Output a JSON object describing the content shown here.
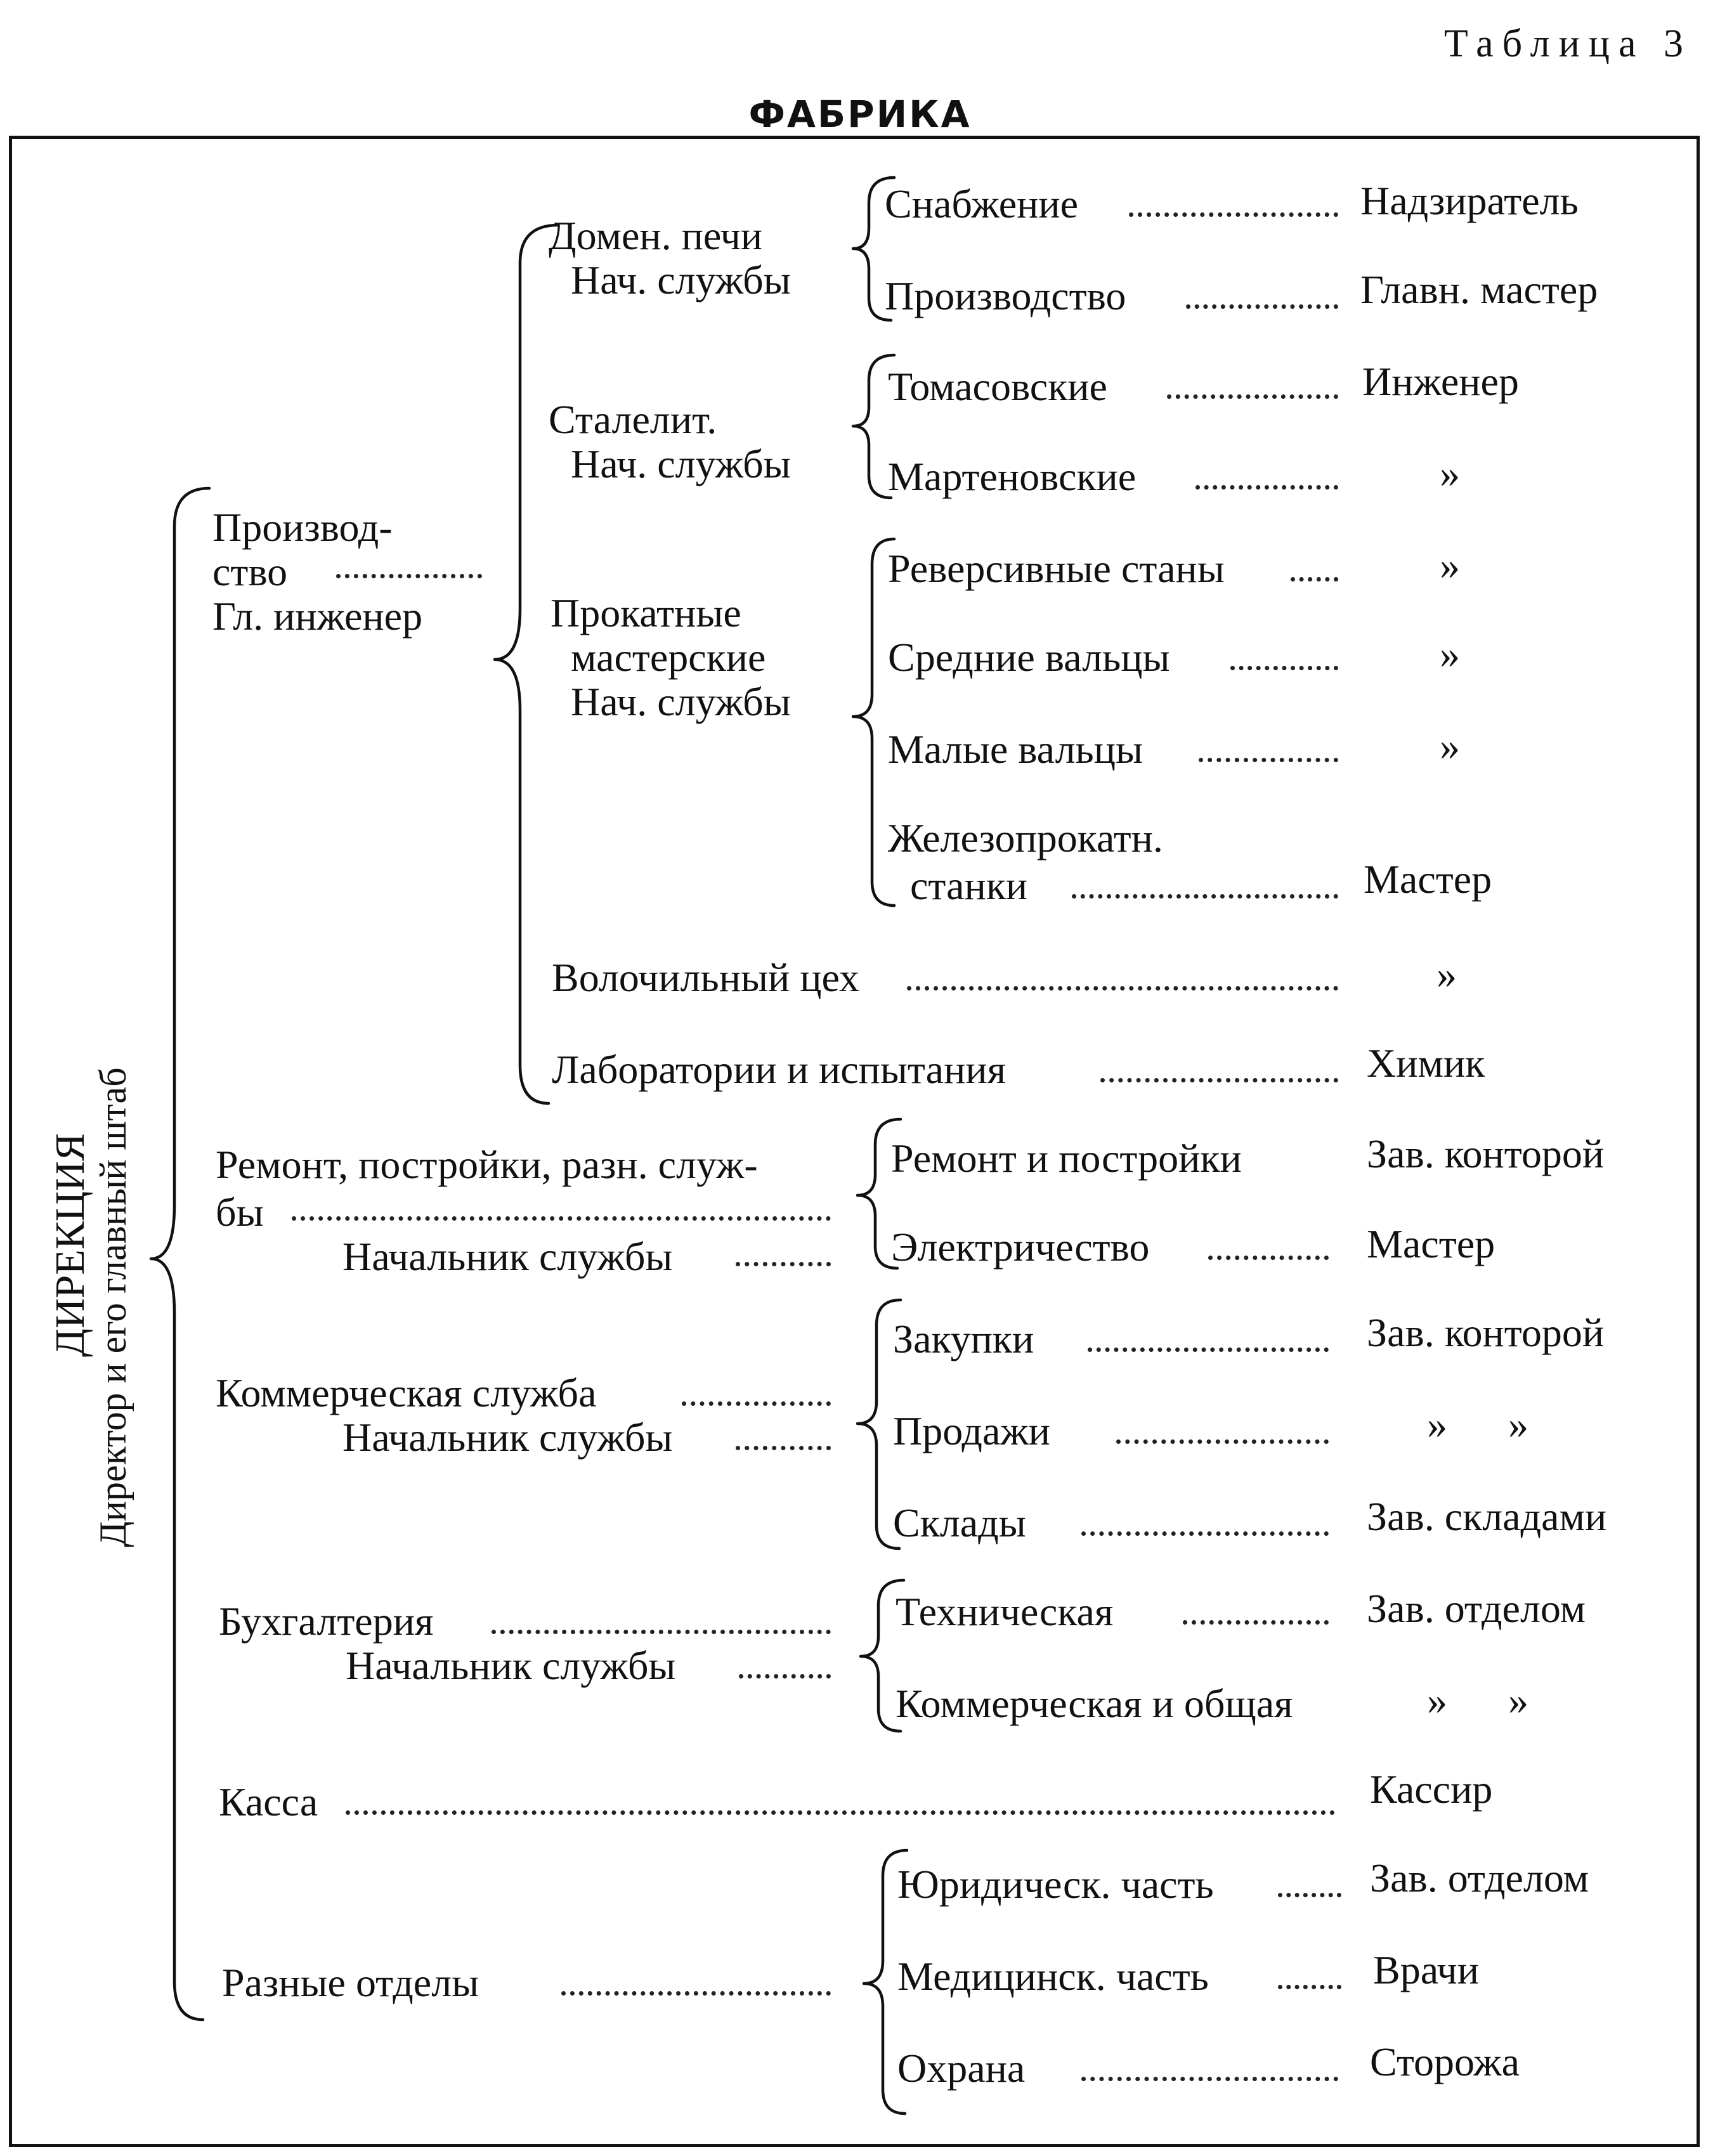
{
  "header": {
    "table_label": "Таблица 3",
    "title": "ФАБРИКА"
  },
  "directorate": {
    "title": "ДИРЕКЦИЯ",
    "subtitle": "Директор и его главный штаб"
  },
  "production": {
    "line1": "Производ-",
    "line2": "ство",
    "head": "Гл. инженер",
    "blast_furnaces": {
      "name": "Домен. печи",
      "head": "Нач. службы",
      "items": [
        {
          "name": "Снабжение",
          "role": "Надзиратель"
        },
        {
          "name": "Производство",
          "role": "Главн. мастер"
        }
      ]
    },
    "steel_casting": {
      "name": "Сталелит.",
      "head": "Нач. службы",
      "items": [
        {
          "name": "Томасовские",
          "role": "Инженер"
        },
        {
          "name": "Мартеновские",
          "role": "»"
        }
      ]
    },
    "rolling": {
      "line1": "Прокатные",
      "line2": "мастерские",
      "head": "Нач. службы",
      "items": [
        {
          "name": "Реверсивные станы",
          "role": "»"
        },
        {
          "name": "Средние вальцы",
          "role": "»"
        },
        {
          "name": "Малые вальцы",
          "role": "»"
        },
        {
          "name_line1": "Железопрокатн.",
          "name_line2": "станки",
          "role": "Мастер"
        }
      ]
    },
    "wire_drawing": {
      "name": "Волочильный цех",
      "role": "»"
    },
    "labs": {
      "name": "Лаборатории и испытания",
      "role": "Химик"
    }
  },
  "repair": {
    "line1": "Ремонт, постройки, разн. служ-",
    "line2": "бы",
    "head": "Начальник службы",
    "items": [
      {
        "name": "Ремонт и постройки",
        "role": "Зав. конторой"
      },
      {
        "name": "Электричество",
        "role": "Мастер"
      }
    ]
  },
  "commerce": {
    "name": "Коммерческая служба",
    "head": "Начальник службы",
    "items": [
      {
        "name": "Закупки",
        "role": "Зав. конторой"
      },
      {
        "name": "Продажи",
        "role": "»      »"
      },
      {
        "name": "Склады",
        "role": "Зав. складами"
      }
    ]
  },
  "accounting": {
    "name": "Бухгалтерия",
    "head": "Начальник службы",
    "items": [
      {
        "name": "Техническая",
        "role": "Зав. отделом"
      },
      {
        "name": "Коммерческая и общая",
        "role": "»      »"
      }
    ]
  },
  "cash": {
    "name": "Касса",
    "role": "Кассир"
  },
  "misc": {
    "name": "Разные отделы",
    "items": [
      {
        "name": "Юридическ. часть",
        "role": "Зав. отделом"
      },
      {
        "name": "Медицинск. часть",
        "role": "Врачи"
      },
      {
        "name": "Охрана",
        "role": "Сторожа"
      }
    ]
  }
}
